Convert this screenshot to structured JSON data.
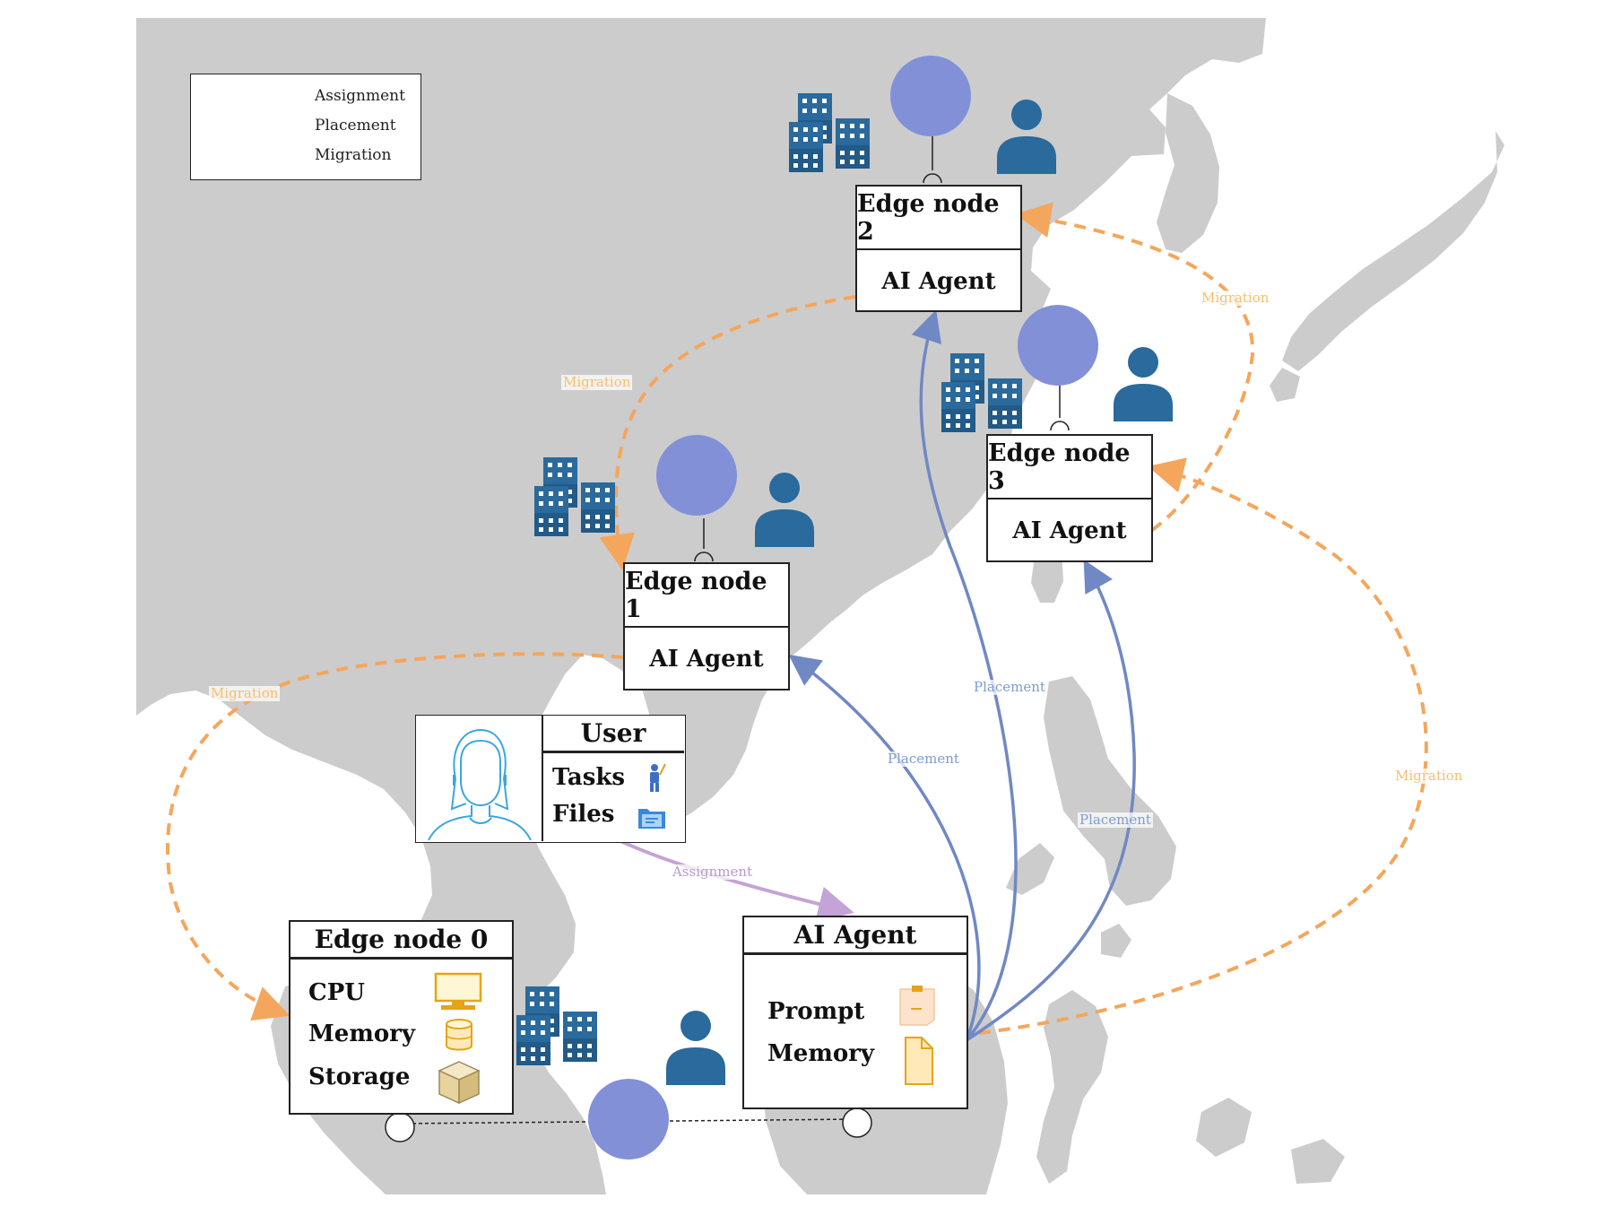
{
  "legend": {
    "items": [
      {
        "label": "Assignment",
        "color": "#c4a3d6",
        "style": "solid"
      },
      {
        "label": "Placement",
        "color": "#7d9bd4",
        "style": "solid"
      },
      {
        "label": "Migration",
        "color": "#f4a65c",
        "style": "dashed"
      }
    ]
  },
  "colors": {
    "map_land": "#cccccc",
    "assignment": "#c4a3d6",
    "placement": "#7088c4",
    "migration": "#f4a65c",
    "node_circle": "#8290d8",
    "icon_blue": "#2a6a9c"
  },
  "edge_nodes": [
    {
      "title": "Edge node 1",
      "agent": "AI Agent"
    },
    {
      "title": "Edge node 2",
      "agent": "AI Agent"
    },
    {
      "title": "Edge node 3",
      "agent": "AI Agent"
    }
  ],
  "edge_node_0": {
    "title": "Edge node 0",
    "resources": [
      {
        "label": "CPU",
        "icon": "monitor-icon"
      },
      {
        "label": "Memory",
        "icon": "database-icon"
      },
      {
        "label": "Storage",
        "icon": "box-icon"
      }
    ]
  },
  "user": {
    "title": "User",
    "items": [
      {
        "label": "Tasks",
        "icon": "worker-icon"
      },
      {
        "label": "Files",
        "icon": "folder-icon"
      }
    ]
  },
  "agent_panel": {
    "title": "AI Agent",
    "items": [
      {
        "label": "Prompt",
        "icon": "note-icon"
      },
      {
        "label": "Memory",
        "icon": "document-icon"
      }
    ]
  },
  "edge_labels": {
    "migration_1": "Migration",
    "migration_2": "Migration",
    "migration_3": "Migration",
    "migration_4": "Migration",
    "placement_1": "Placement",
    "placement_2": "Placement",
    "placement_3": "Placement",
    "assignment": "Assignment"
  }
}
